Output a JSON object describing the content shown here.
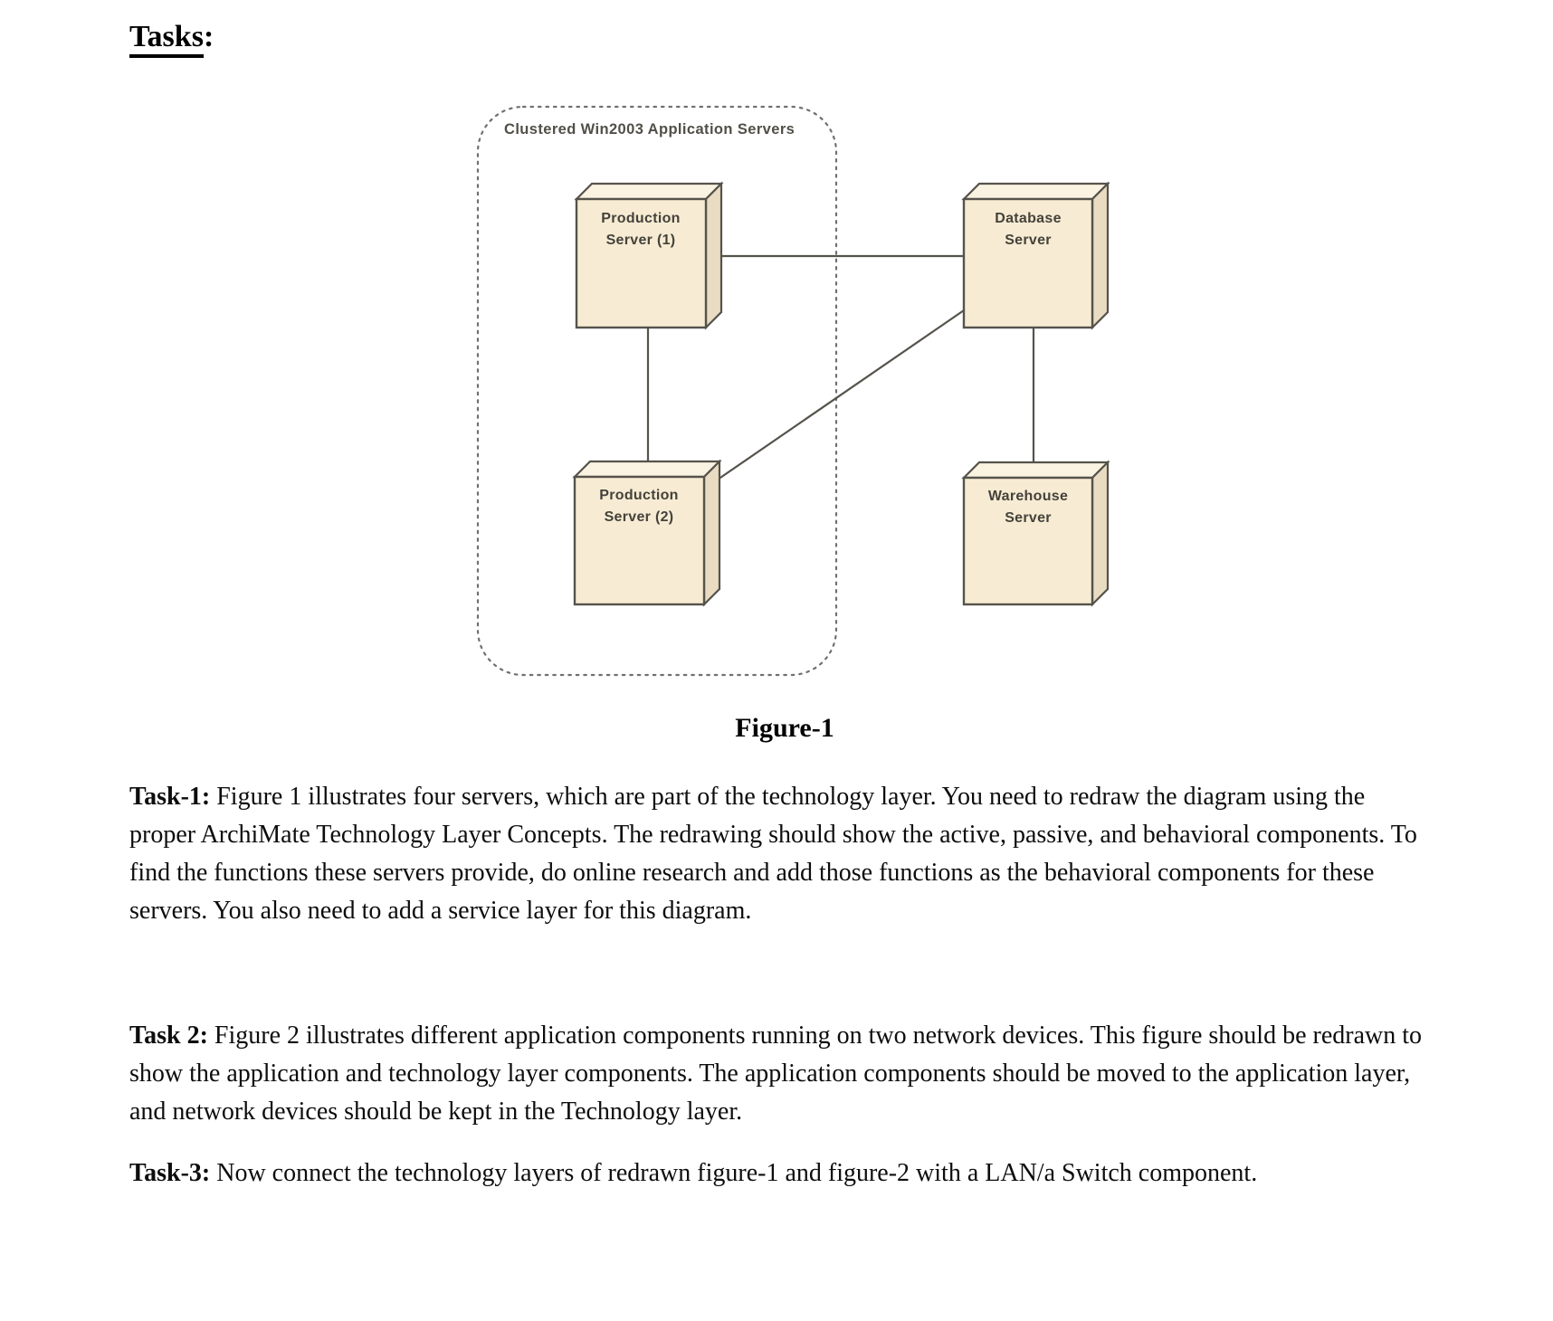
{
  "heading": {
    "title": "Tasks",
    "suffix": ":"
  },
  "figure": {
    "caption": "Figure-1",
    "cluster_label": "Clustered Win2003 Application Servers",
    "nodes": [
      {
        "name": "production-server-1",
        "line1": "Production",
        "line2": "Server (1)"
      },
      {
        "name": "database-server",
        "line1": "Database",
        "line2": "Server"
      },
      {
        "name": "production-server-2",
        "line1": "Production",
        "line2": "Server (2)"
      },
      {
        "name": "warehouse-server",
        "line1": "Warehouse",
        "line2": "Server"
      }
    ],
    "connections": [
      {
        "from": "production-server-1",
        "to": "database-server"
      },
      {
        "from": "production-server-1",
        "to": "production-server-2"
      },
      {
        "from": "production-server-2",
        "to": "database-server"
      },
      {
        "from": "database-server",
        "to": "warehouse-server"
      }
    ]
  },
  "tasks": [
    {
      "label": "Task-1:",
      "text": "Figure 1 illustrates four servers, which are part of the technology layer. You need to redraw the diagram using the proper ArchiMate Technology Layer Concepts. The redrawing should show the active, passive, and behavioral components. To find the functions these servers provide, do online research and add those functions as the behavioral components for these servers. You also need to add a service layer for this diagram."
    },
    {
      "label": "Task 2:",
      "text": "Figure 2 illustrates different application components running on two network devices. This figure should be redrawn to show the application and technology layer components. The application components should be moved to the application layer, and network devices should be kept in the Technology layer."
    },
    {
      "label": "Task-3:",
      "text": "Now connect the technology layers of redrawn figure-1 and figure-2 with a LAN/a Switch component."
    }
  ],
  "colors": {
    "node_fill": "#f7ecd3",
    "node_top_face": "#fbf3e2",
    "node_side_face": "#e9dcc2",
    "node_border": "#55534b",
    "connection_line": "#55534b",
    "node_label": "#45423c",
    "cluster_border": "#707070",
    "cluster_label": "#514f48",
    "body_text": "#0d0d0d"
  }
}
